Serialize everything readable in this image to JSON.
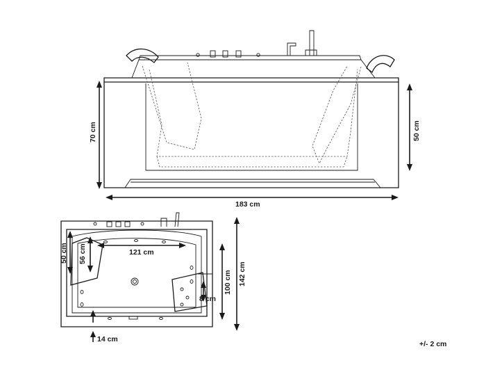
{
  "dimensions": {
    "front_height_total": "70 cm",
    "front_height_tub": "50 cm",
    "front_length": "183 cm",
    "top_inner_length": "121 cm",
    "top_headrest_depth": "50 cm",
    "top_headrest_inner": "56 cm",
    "top_inner_width": "100 cm",
    "top_outer_width": "142 cm",
    "top_seat_gap": "8 cm",
    "top_step": "14 cm",
    "tolerance": "+/- 2 cm"
  }
}
